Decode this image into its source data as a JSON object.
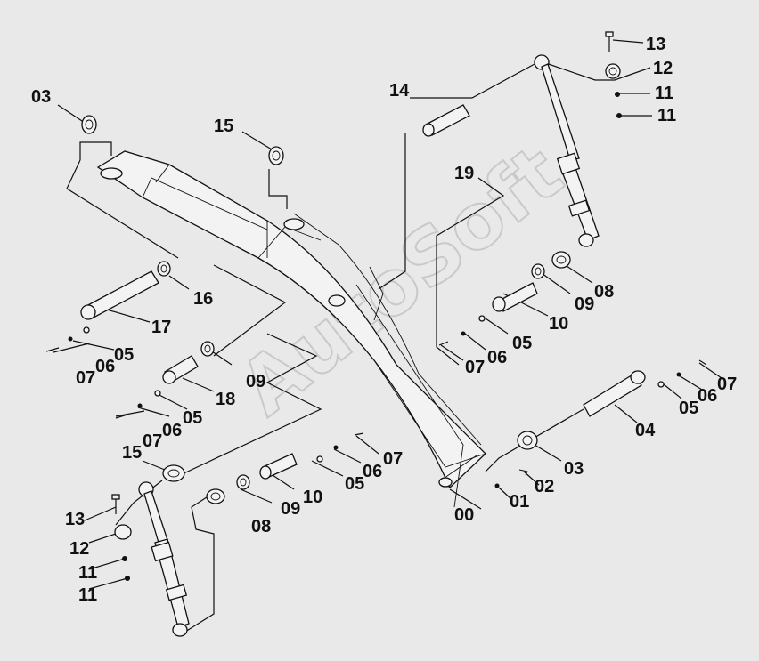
{
  "watermark": "AutoSoft",
  "labels": {
    "l00": "00",
    "l01": "01",
    "l02": "02",
    "l03a": "03",
    "l03b": "03",
    "l04": "04",
    "l05a": "05",
    "l05b": "05",
    "l05c": "05",
    "l05d": "05",
    "l05e": "05",
    "l06a": "06",
    "l06b": "06",
    "l06c": "06",
    "l06d": "06",
    "l06e": "06",
    "l07a": "07",
    "l07b": "07",
    "l07c": "07",
    "l07d": "07",
    "l07e": "07",
    "l08a": "08",
    "l08b": "08",
    "l09a": "09",
    "l09b": "09",
    "l09c": "09",
    "l10a": "10",
    "l10b": "10",
    "l11a": "11",
    "l11b": "11",
    "l11c": "11",
    "l11d": "11",
    "l12a": "12",
    "l12b": "12",
    "l13a": "13",
    "l13b": "13",
    "l14": "14",
    "l15a": "15",
    "l15b": "15",
    "l16": "16",
    "l17": "17",
    "l18": "18",
    "l19": "19"
  }
}
